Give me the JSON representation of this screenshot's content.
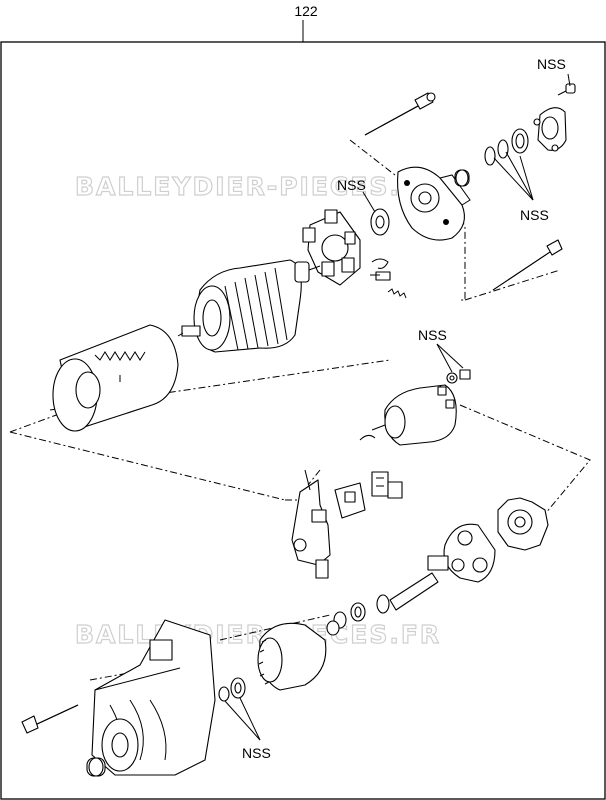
{
  "diagram": {
    "group_number": "122",
    "watermarks": {
      "top": "BALLEYDIER-PIECES.FR",
      "bottom": "BALLEYDIER-PIECES.FR"
    },
    "callouts": {
      "nss_top_right": "NSS",
      "nss_shims": "NSS",
      "nss_washer": "NSS",
      "nss_solenoid_nuts": "NSS",
      "nss_bottom_bearing": "NSS"
    }
  }
}
